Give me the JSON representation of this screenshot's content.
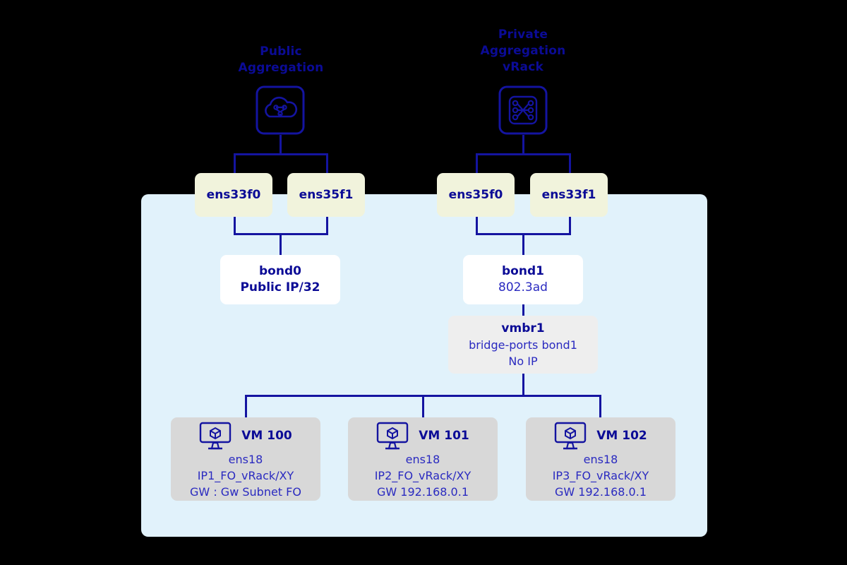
{
  "diagram": {
    "title": "Proxmox vRack network bonding diagram",
    "colors": {
      "background": "#000000",
      "host_panel": "#e1f2fb",
      "nic_box": "#f1f3dc",
      "bond_box": "#ffffff",
      "bridge_box": "#eeeeee",
      "vm_box": "#d8d8d8",
      "line": "#1414a0",
      "text_primary": "#0b0b96",
      "text_secondary": "#2a2ac0"
    },
    "aggregations": [
      {
        "id": "public",
        "label": "Public\nAggregation",
        "icon": "cloud-network-icon"
      },
      {
        "id": "private",
        "label": "Private\nAggregation\nvRack",
        "icon": "vrack-switch-icon"
      }
    ],
    "nics": [
      {
        "id": "ens33f0",
        "label": "ens33f0"
      },
      {
        "id": "ens35f1",
        "label": "ens35f1"
      },
      {
        "id": "ens35f0",
        "label": "ens35f0"
      },
      {
        "id": "ens33f1",
        "label": "ens33f1"
      }
    ],
    "bonds": [
      {
        "id": "bond0",
        "title": "bond0",
        "sub": "Public IP/32"
      },
      {
        "id": "bond1",
        "title": "bond1",
        "sub": "802.3ad"
      }
    ],
    "bridge": {
      "id": "vmbr1",
      "title": "vmbr1",
      "line2": "bridge-ports bond1",
      "line3": "No IP"
    },
    "vms": [
      {
        "id": "vm100",
        "icon": "vm-monitor-icon",
        "title": "VM 100",
        "iface": "ens18",
        "ip": "IP1_FO_vRack/XY",
        "gateway": "GW : Gw Subnet FO"
      },
      {
        "id": "vm101",
        "icon": "vm-monitor-icon",
        "title": "VM 101",
        "iface": "ens18",
        "ip": "IP2_FO_vRack/XY",
        "gateway": "GW 192.168.0.1"
      },
      {
        "id": "vm102",
        "icon": "vm-monitor-icon",
        "title": "VM 102",
        "iface": "ens18",
        "ip": "IP3_FO_vRack/XY",
        "gateway": "GW 192.168.0.1"
      }
    ]
  }
}
